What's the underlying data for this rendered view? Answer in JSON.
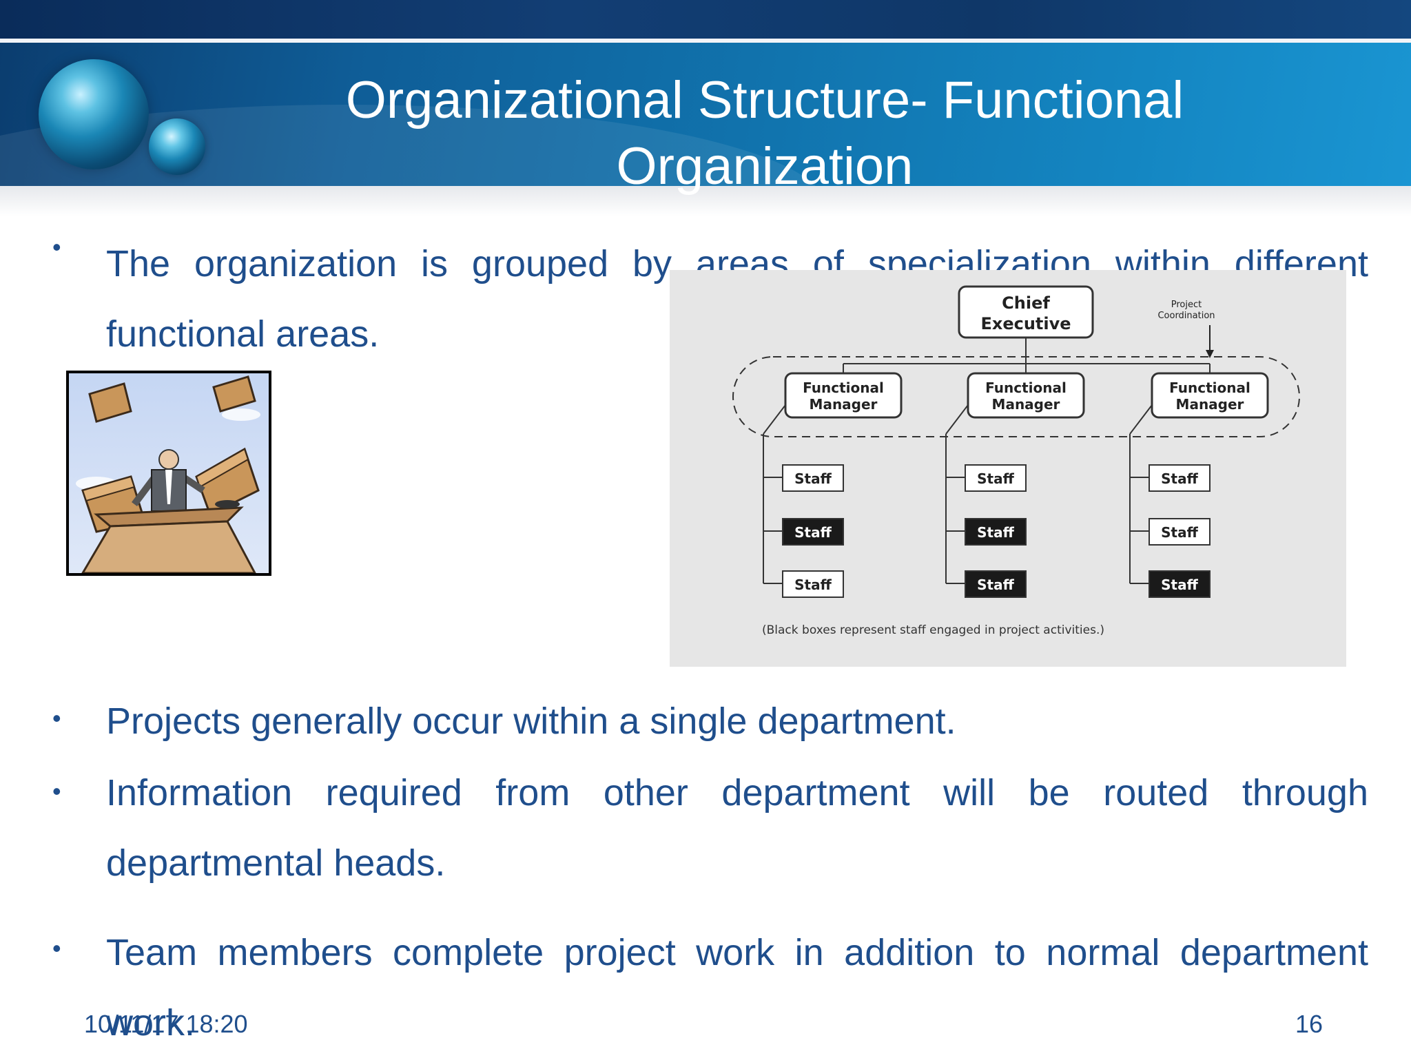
{
  "slide": {
    "title": "Organizational Structure- Functional Organization",
    "bullets": [
      "The organization is grouped by areas of specialization within different functional areas.",
      "Projects generally occur within a single department.",
      "Information required from other department will be routed through departmental heads.",
      "Team members complete project work in addition to normal department work."
    ],
    "footer": {
      "date": "10/11/17 18:20",
      "page": "16"
    }
  },
  "org_chart": {
    "chief": [
      "Chief",
      "Executive"
    ],
    "coordination_label": [
      "Project",
      "Coordination"
    ],
    "managers": [
      {
        "label": [
          "Functional",
          "Manager"
        ],
        "staff": [
          {
            "label": "Staff",
            "engaged": false
          },
          {
            "label": "Staff",
            "engaged": true
          },
          {
            "label": "Staff",
            "engaged": false
          }
        ]
      },
      {
        "label": [
          "Functional",
          "Manager"
        ],
        "staff": [
          {
            "label": "Staff",
            "engaged": false
          },
          {
            "label": "Staff",
            "engaged": true
          },
          {
            "label": "Staff",
            "engaged": true
          }
        ]
      },
      {
        "label": [
          "Functional",
          "Manager"
        ],
        "staff": [
          {
            "label": "Staff",
            "engaged": false
          },
          {
            "label": "Staff",
            "engaged": false
          },
          {
            "label": "Staff",
            "engaged": true
          }
        ]
      }
    ],
    "caption": "(Black boxes represent staff engaged in project activities.)"
  },
  "colors": {
    "text": "#1f4e8c",
    "banner": "#1174ae",
    "figure_bg": "#e6e6e6",
    "engaged_box": "#1a1a1a"
  },
  "icons": {
    "decor": "glass-spheres",
    "clipart": "businessman-juggling-boxes"
  }
}
